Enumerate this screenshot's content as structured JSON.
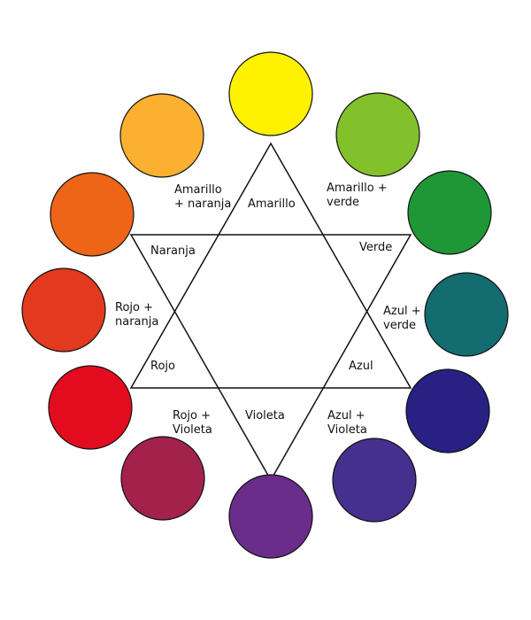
{
  "title": "Color wheel",
  "circles": [
    {
      "name": "amarillo",
      "color": "#fff200"
    },
    {
      "name": "amarillo-verde",
      "color": "#82c12c"
    },
    {
      "name": "verde",
      "color": "#1f9737"
    },
    {
      "name": "azul-verde",
      "color": "#136c70"
    },
    {
      "name": "azul",
      "color": "#262182"
    },
    {
      "name": "azul-violeta",
      "color": "#46308f"
    },
    {
      "name": "violeta",
      "color": "#6a2d8b"
    },
    {
      "name": "rojo-violeta",
      "color": "#a2224c"
    },
    {
      "name": "rojo",
      "color": "#e30c1f"
    },
    {
      "name": "rojo-naranja",
      "color": "#e2391f"
    },
    {
      "name": "naranja",
      "color": "#ee6518"
    },
    {
      "name": "amarillo-naranja",
      "color": "#fbb030"
    }
  ],
  "labels": {
    "amarillo": "Amarillo",
    "naranja": "Naranja",
    "verde": "Verde",
    "rojo": "Rojo",
    "azul": "Azul",
    "violeta": "Violeta",
    "amarillo_naranja": [
      "Amarillo",
      "+ naranja"
    ],
    "amarillo_verde": [
      "Amarillo +",
      "verde"
    ],
    "rojo_naranja": [
      "Rojo +",
      "naranja"
    ],
    "azul_verde": [
      "Azul +",
      "verde"
    ],
    "rojo_violeta": [
      "Rojo +",
      "Violeta"
    ],
    "azul_violeta": [
      "Azul +",
      "Violeta"
    ]
  }
}
